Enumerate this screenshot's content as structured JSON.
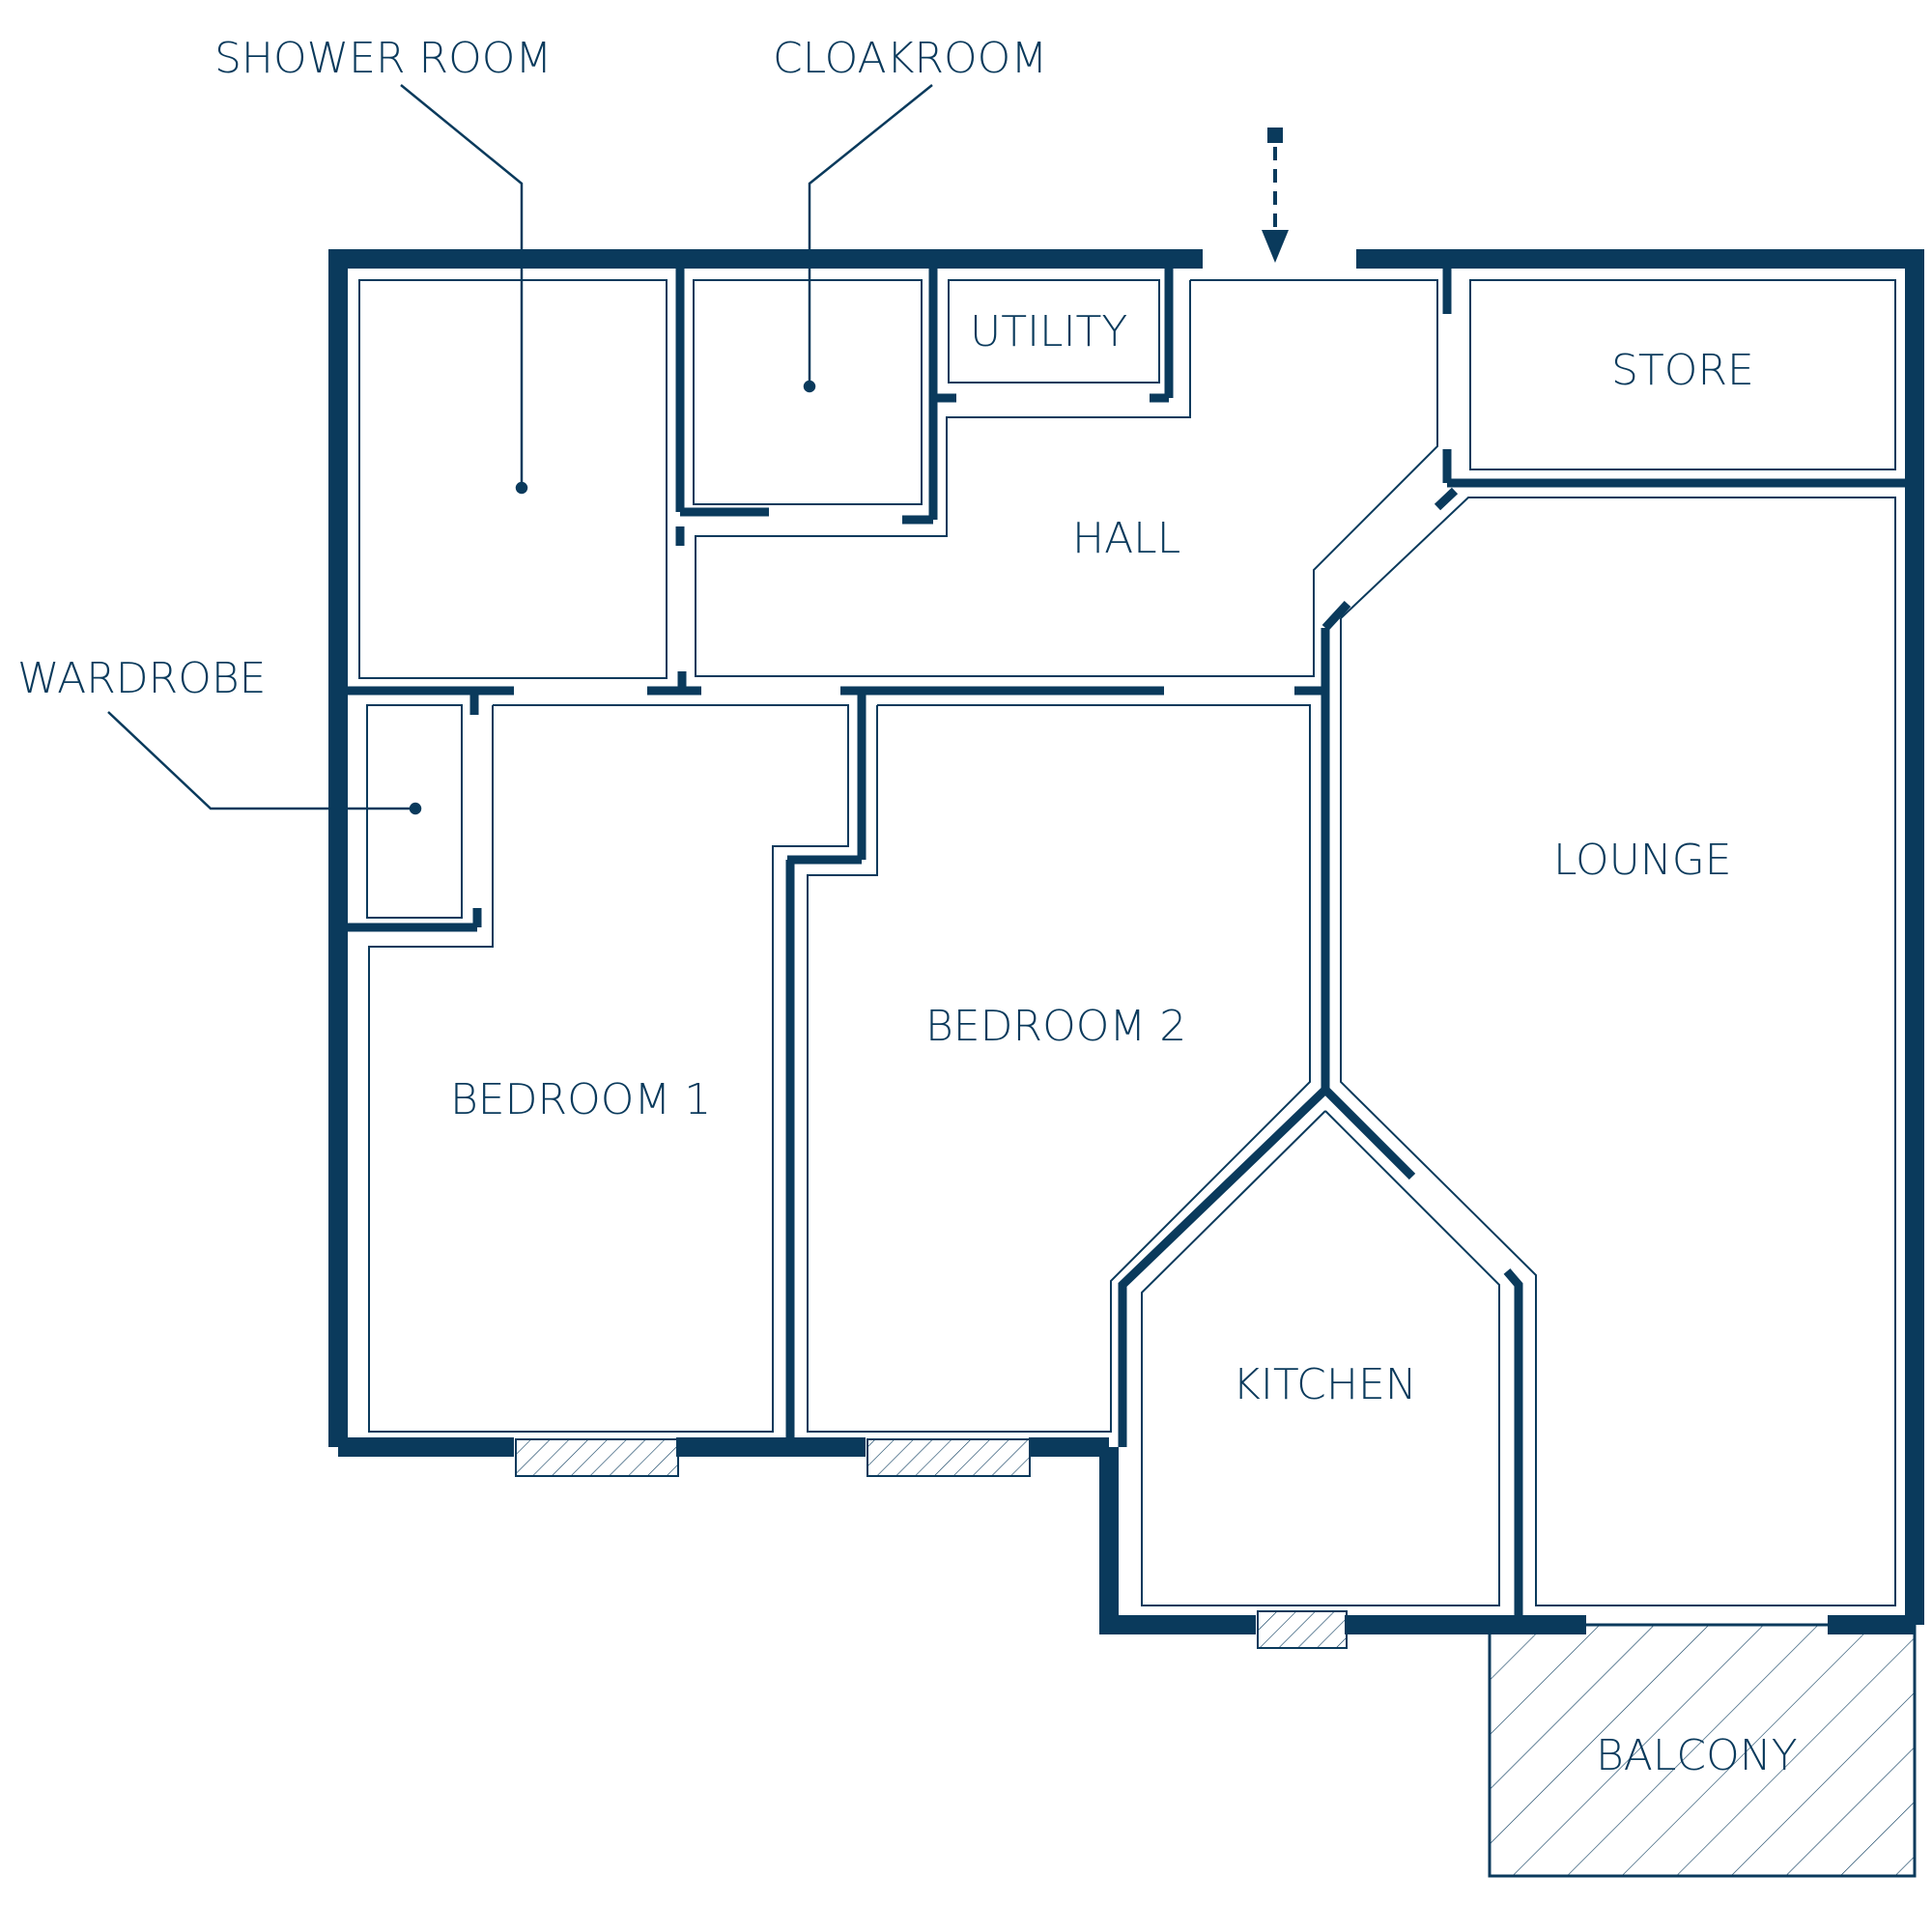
{
  "rooms": {
    "shower_room": "SHOWER ROOM",
    "cloakroom": "CLOAKROOM",
    "utility": "UTILITY",
    "store": "STORE",
    "hall": "HALL",
    "wardrobe": "WARDROBE",
    "lounge": "LOUNGE",
    "bedroom_2": "BEDROOM 2",
    "bedroom_1": "BEDROOM 1",
    "kitchen": "KITCHEN",
    "balcony": "BALCONY"
  },
  "colors": {
    "wall": "#0a3a5c",
    "background": "#ffffff"
  },
  "icons": [
    "entrance-arrow-icon",
    "window-hatch-icon"
  ]
}
